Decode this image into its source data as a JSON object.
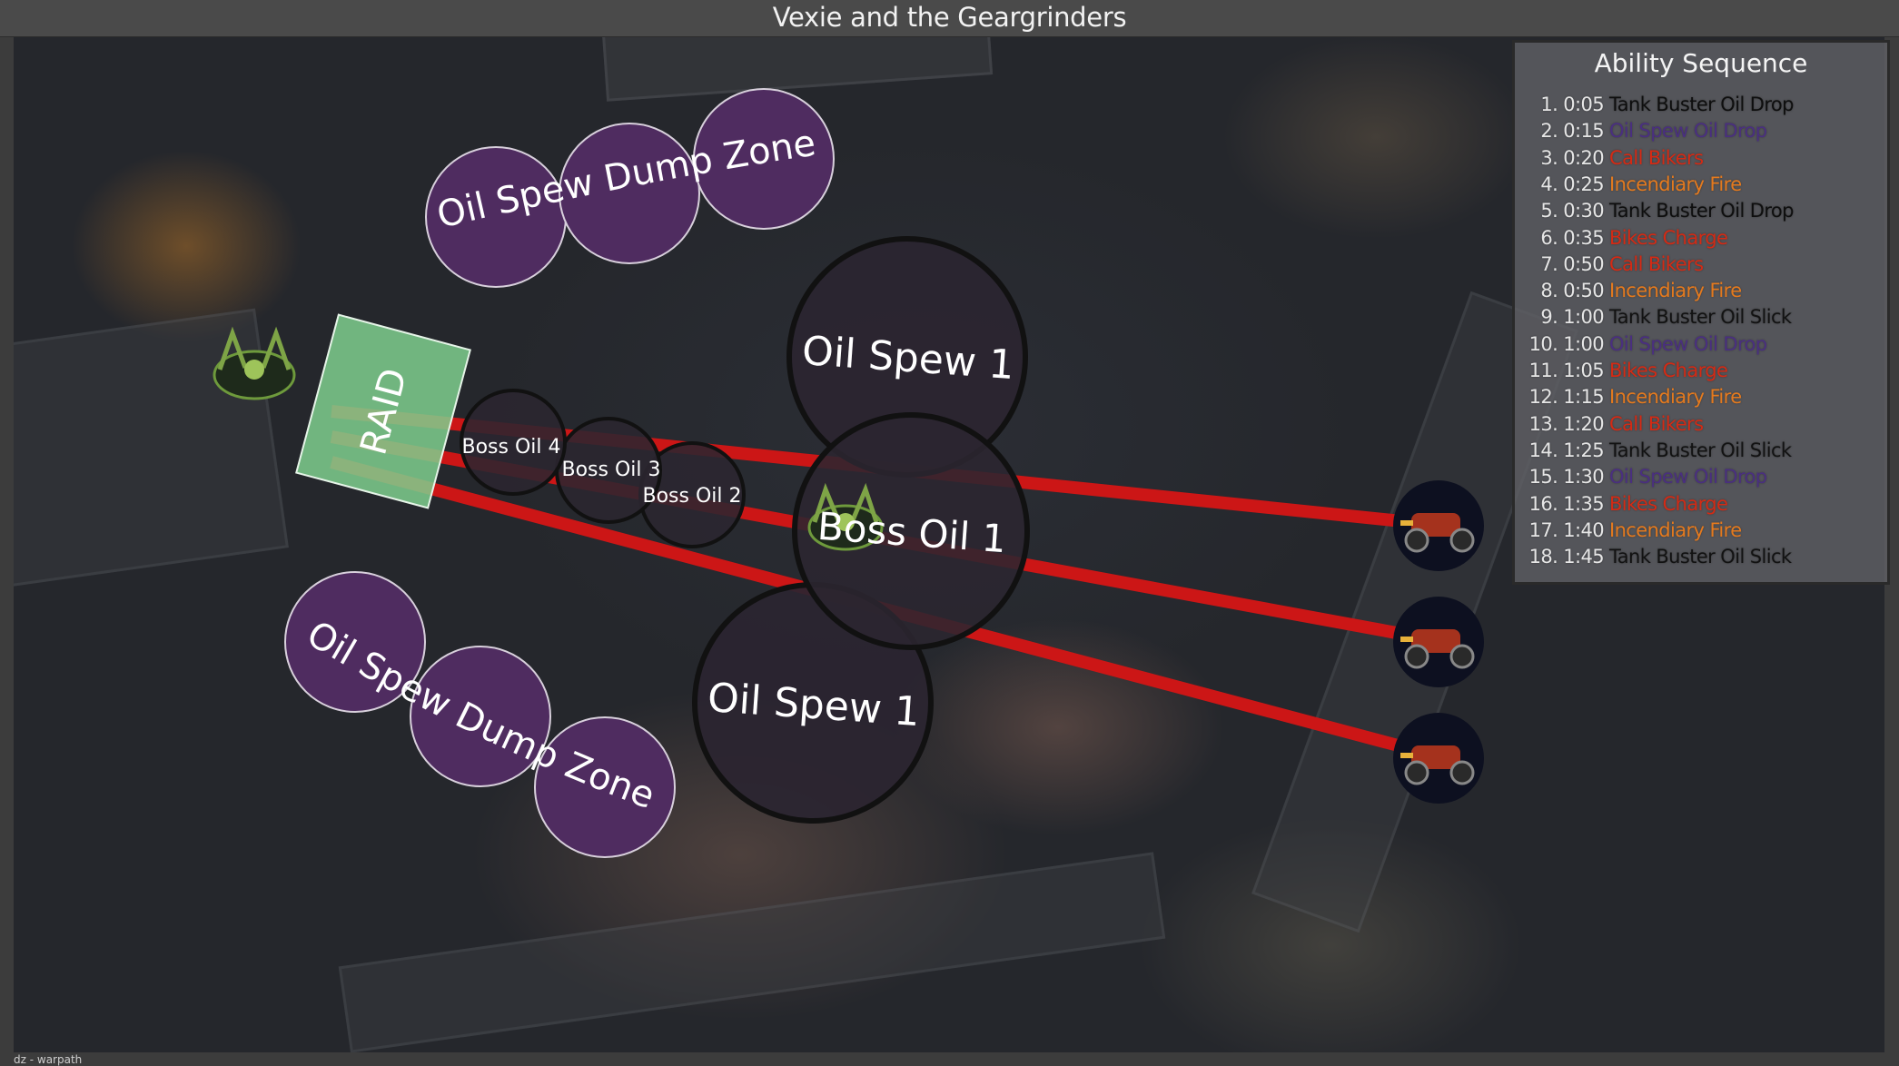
{
  "window_title": "Vexie and the Geargrinders",
  "footer": "dz - warpath",
  "colors": {
    "tank_buster": "#0e0e0e",
    "oil_spew": "#4a2f80",
    "bikers": "#d42a14",
    "fire": "#e57a1e",
    "dump_zone_fill": "#4f2c60",
    "boss_oil_fill": "#2b2530",
    "raid_fill": "#7fcf8e",
    "bike_line": "#cc1616"
  },
  "map_labels": {
    "dump_zone_top": "Oil Spew Dump Zone",
    "dump_zone_bottom": "Oil Spew Dump Zone",
    "oil_spew_top": "Oil Spew 1",
    "oil_spew_bottom": "Oil Spew 1",
    "boss_oil_1": "Boss Oil 1",
    "boss_oil_2": "Boss Oil 2",
    "boss_oil_3": "Boss Oil 3",
    "boss_oil_4": "Boss Oil 4",
    "raid": "RAID"
  },
  "icons": {
    "boss": "boss-icon",
    "bike": "bike-icon"
  },
  "sequence": {
    "title": "Ability Sequence",
    "items": [
      {
        "num": "1. 0:05",
        "name": "Tank Buster Oil Drop",
        "kind": "tank"
      },
      {
        "num": "2. 0:15",
        "name": "Oil Spew Oil Drop",
        "kind": "spew"
      },
      {
        "num": "3. 0:20",
        "name": "Call Bikers",
        "kind": "bikers"
      },
      {
        "num": "4. 0:25",
        "name": "Incendiary Fire",
        "kind": "fire"
      },
      {
        "num": "5. 0:30",
        "name": "Tank Buster Oil Drop",
        "kind": "tank"
      },
      {
        "num": "6. 0:35",
        "name": "Bikes Charge",
        "kind": "bikers"
      },
      {
        "num": "7. 0:50",
        "name": "Call Bikers",
        "kind": "bikers"
      },
      {
        "num": "8. 0:50",
        "name": "Incendiary Fire",
        "kind": "fire"
      },
      {
        "num": "9. 1:00",
        "name": "Tank Buster Oil Slick",
        "kind": "slick"
      },
      {
        "num": "10. 1:00",
        "name": "Oil Spew Oil Drop",
        "kind": "spew"
      },
      {
        "num": "11. 1:05",
        "name": "Bikes Charge",
        "kind": "bikers"
      },
      {
        "num": "12. 1:15",
        "name": "Incendiary Fire",
        "kind": "fire"
      },
      {
        "num": "13. 1:20",
        "name": "Call Bikers",
        "kind": "bikers"
      },
      {
        "num": "14. 1:25",
        "name": "Tank Buster Oil Slick",
        "kind": "slick"
      },
      {
        "num": "15. 1:30",
        "name": "Oil Spew Oil Drop",
        "kind": "spew"
      },
      {
        "num": "16. 1:35",
        "name": "Bikes Charge",
        "kind": "bikers"
      },
      {
        "num": "17. 1:40",
        "name": "Incendiary Fire",
        "kind": "fire"
      },
      {
        "num": "18. 1:45",
        "name": "Tank Buster Oil Slick",
        "kind": "slick"
      }
    ]
  }
}
